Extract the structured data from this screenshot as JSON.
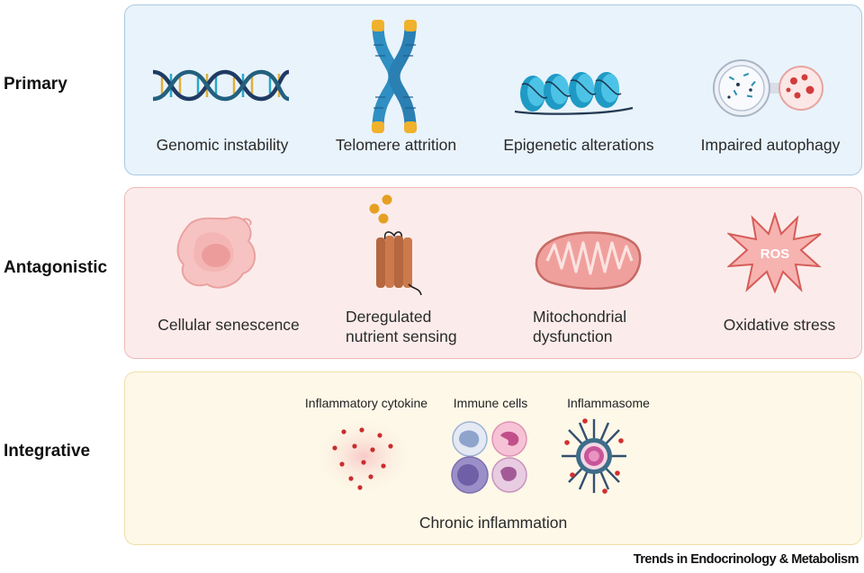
{
  "rows": {
    "primary": {
      "label": "Primary",
      "items": [
        "Genomic instability",
        "Telomere attrition",
        "Epigenetic alterations",
        "Impaired autophagy"
      ]
    },
    "antagonistic": {
      "label": "Antagonistic",
      "items": [
        "Cellular senescence",
        "Deregulated nutrient sensing",
        "Mitochondrial dysfunction",
        "Oxidative stress"
      ],
      "ros_label": "ROS"
    },
    "integrative": {
      "label": "Integrative",
      "sublabels": [
        "Inflammatory cytokine",
        "Immune cells",
        "Inflammasome"
      ],
      "caption": "Chronic inflammation"
    }
  },
  "footer": "Trends in Endocrinology & Metabolism",
  "icons": [
    "dna-icon",
    "chromosome-icon",
    "nucleosome-icon",
    "autophagosome-icon",
    "senescent-cell-icon",
    "nutrient-receptor-icon",
    "mitochondrion-icon",
    "ros-burst-icon",
    "cytokine-icon",
    "immune-cells-icon",
    "inflammasome-icon"
  ],
  "colors": {
    "primary_bg": "#e9f3fb",
    "antagonistic_bg": "#fbeceb",
    "integrative_bg": "#fdf8e8"
  }
}
